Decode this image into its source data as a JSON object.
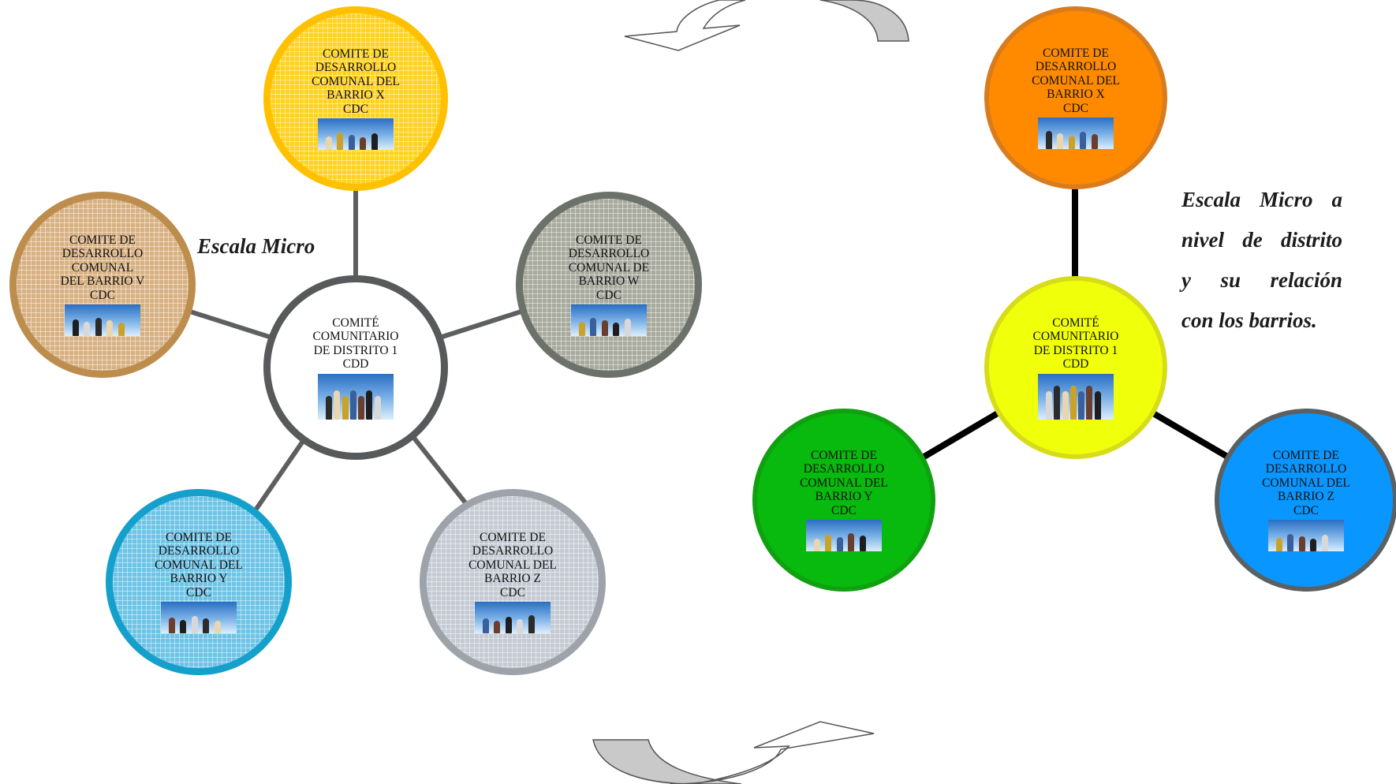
{
  "left_diagram": {
    "center": {
      "lines": [
        "COMITÉ",
        "COMUNITARIO",
        "DE DISTRITO 1",
        "CDD"
      ]
    },
    "nodes": [
      {
        "lines": [
          "COMITE DE",
          "DESARROLLO",
          "COMUNAL DEL",
          "BARRIO X",
          "CDC"
        ],
        "color": "#FFD21F",
        "border": "#FFC000"
      },
      {
        "lines": [
          "COMITE DE",
          "DESARROLLO",
          "COMUNAL DE",
          "BARRIO  W",
          "CDC"
        ],
        "color": "#A7AA9D",
        "border": "#6C7169"
      },
      {
        "lines": [
          "COMITE DE",
          "DESARROLLO",
          "COMUNAL DEL",
          "BARRIO Z",
          "CDC"
        ],
        "color": "#C5CBD4",
        "border": "#9DA3A9"
      },
      {
        "lines": [
          "COMITE DE",
          "DESARROLLO",
          "COMUNAL DEL",
          "BARRIO Y",
          "CDC"
        ],
        "color": "#6EC4E6",
        "border": "#15A0CC"
      },
      {
        "lines": [
          "COMITE DE",
          "DESARROLLO",
          "COMUNAL",
          "DEL BARRIO V",
          "CDC"
        ],
        "color": "#D8B183",
        "border": "#BD8D4D"
      }
    ],
    "caption": "Escala Micro"
  },
  "right_diagram": {
    "center": {
      "lines": [
        "COMITÉ",
        "COMUNITARIO",
        "DE DISTRITO 1",
        "CDD"
      ]
    },
    "nodes": [
      {
        "lines": [
          "COMITE DE",
          "DESARROLLO",
          "COMUNAL DEL",
          "BARRIO X",
          "CDC"
        ],
        "color": "#FF8A00",
        "border": "#D87C1E"
      },
      {
        "lines": [
          "COMITE DE",
          "DESARROLLO",
          "COMUNAL DEL",
          "BARRIO Y",
          "CDC"
        ],
        "color": "#08BA0E",
        "border": "#10A010"
      },
      {
        "lines": [
          "COMITE DE",
          "DESARROLLO",
          "COMUNAL DEL",
          "BARRIO Z",
          "CDC"
        ],
        "color": "#0A96FF",
        "border": "#5B6163"
      }
    ],
    "center_color": "#F0FF0A",
    "center_border": "#D7DC1A",
    "caption_lines": [
      "Escala Micro a",
      "nivel de distrito",
      "y su relación",
      "con los barrios."
    ]
  },
  "colors": {
    "left_center_border": "#58595B",
    "left_connector": "#5E5F61",
    "right_connector": "#000000",
    "arrow_fill": "#C9C9C9",
    "arrow_stroke": "#555555"
  },
  "icons": [
    "circular-arrow-icon",
    "group-photo-icon"
  ]
}
